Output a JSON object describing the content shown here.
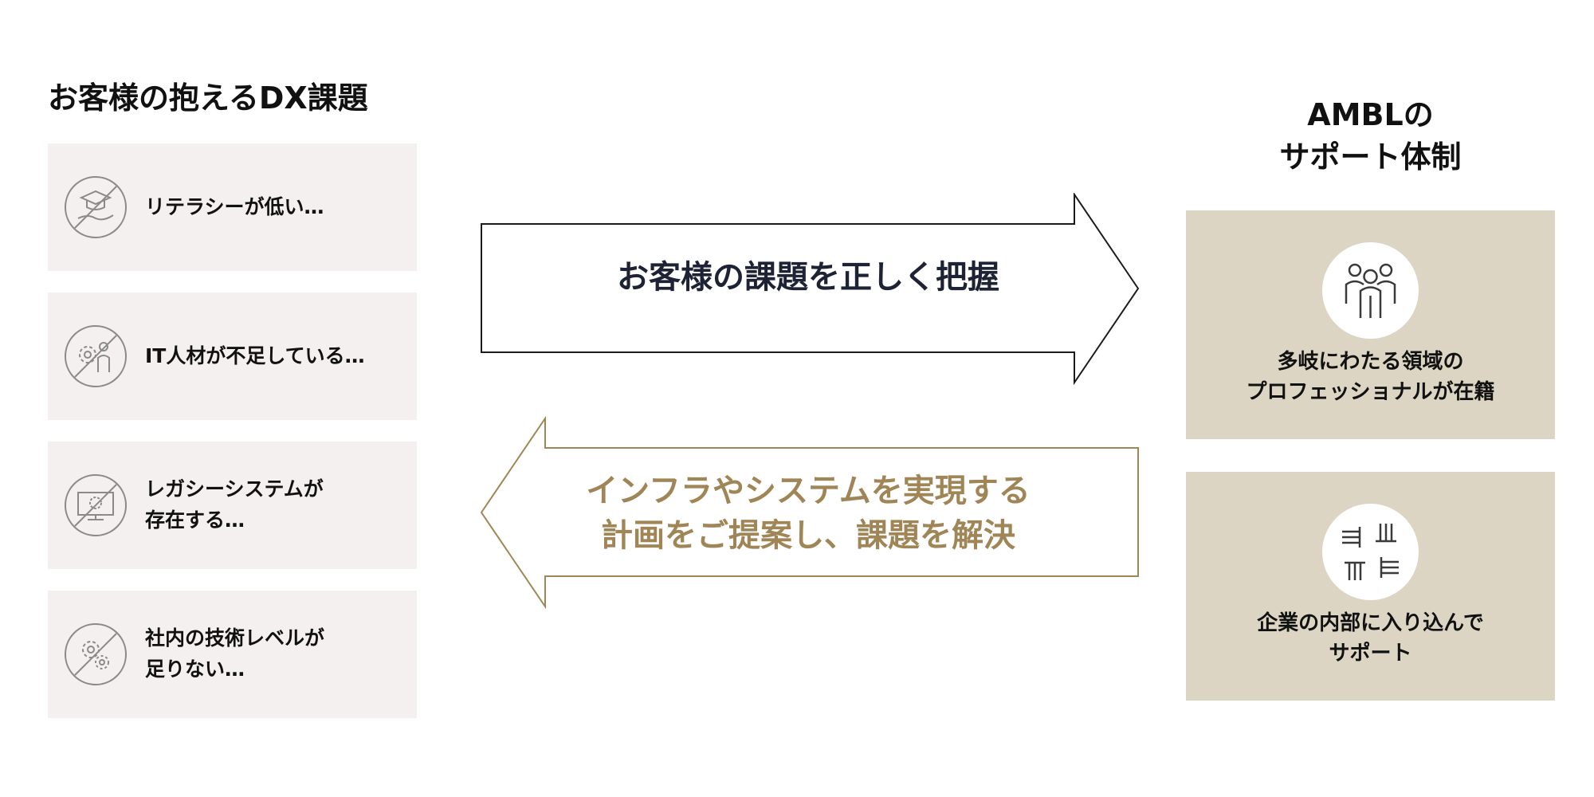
{
  "left_title": "お客様の抱えるDX課題",
  "issues": [
    {
      "text": "リテラシーが低い…",
      "icon": "no-education-icon"
    },
    {
      "text": "IT人材が不足している…",
      "icon": "no-it-staff-icon"
    },
    {
      "text": "レガシーシステムが\n存在する…",
      "icon": "legacy-system-icon"
    },
    {
      "text": "社内の技術レベルが\n足りない…",
      "icon": "low-tech-level-icon"
    }
  ],
  "arrow_right_label": "お客様の課題を正しく把握",
  "arrow_left_label": "インフラやシステムを実現する\n計画をご提案し、課題を解決",
  "right_title": "AMBLの\nサポート体制",
  "supports": [
    {
      "text": "多岐にわたる領域の\nプロフェッショナルが在籍",
      "icon": "team-icon"
    },
    {
      "text": "企業の内部に入り込んで\nサポート",
      "icon": "hands-together-icon"
    }
  ],
  "colors": {
    "card_bg": "#f3f0ef",
    "support_bg": "#dcd5c3",
    "accent_gold": "#a08656",
    "dark_text": "#1e2235"
  }
}
